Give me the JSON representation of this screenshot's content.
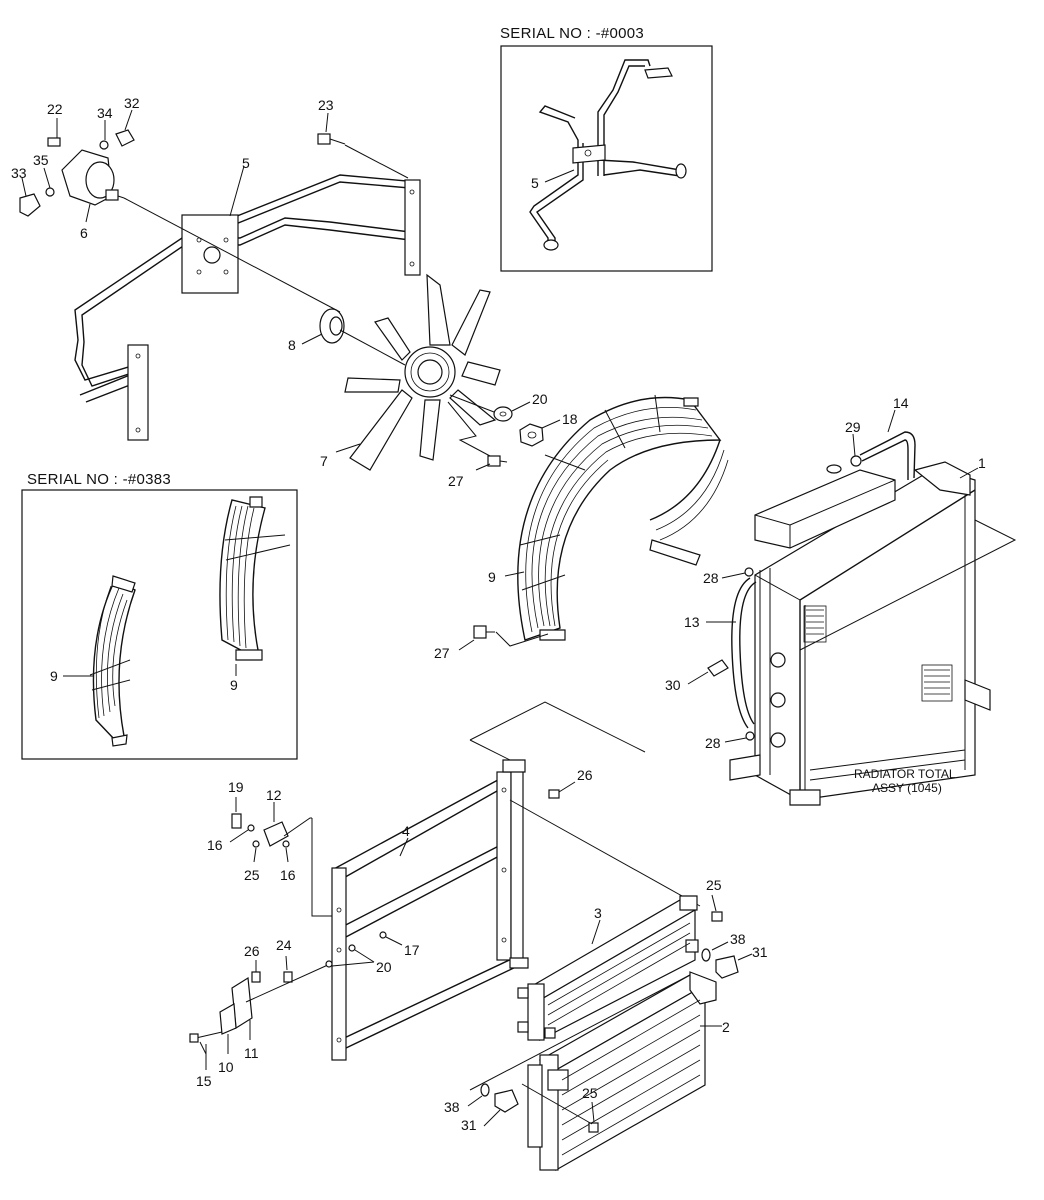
{
  "insets": {
    "serial_top": "SERIAL NO : -#0003",
    "serial_left": "SERIAL NO : -#0383"
  },
  "assembly": {
    "line1": "RADIATOR TOTAL",
    "line2": "ASSY (1045)"
  },
  "callouts": {
    "c22": "22",
    "c34": "34",
    "c32": "32",
    "c35": "35",
    "c33": "33",
    "c6": "6",
    "c23": "23",
    "c5": "5",
    "c8": "8",
    "c20a": "20",
    "c18": "18",
    "c7": "7",
    "c27a": "27",
    "c5i": "5",
    "c14": "14",
    "c29": "29",
    "c1": "1",
    "c9i1": "9",
    "c9i2": "9",
    "c9": "9",
    "c28a": "28",
    "c13": "13",
    "c27b": "27",
    "c30": "30",
    "c28b": "28",
    "c26a": "26",
    "c19": "19",
    "c12": "12",
    "c16a": "16",
    "c4": "4",
    "c25a": "25",
    "c16b": "16",
    "c25b": "25",
    "c3": "3",
    "c38a": "38",
    "c31a": "31",
    "c17": "17",
    "c26b": "26",
    "c24": "24",
    "c20b": "20",
    "c2": "2",
    "c15": "15",
    "c10": "10",
    "c11": "11",
    "c38b": "38",
    "c31b": "31",
    "c25c": "25"
  }
}
